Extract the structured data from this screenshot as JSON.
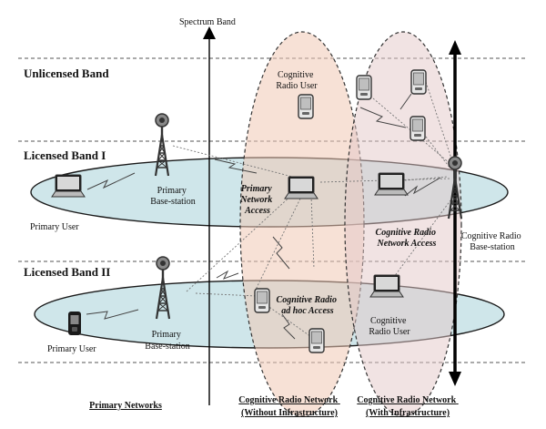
{
  "axis": {
    "title": "Spectrum Band"
  },
  "bands": {
    "unlicensed": "Unlicensed Band",
    "licensed_1": "Licensed Band I",
    "licensed_2": "Licensed Band II"
  },
  "nodes": {
    "primary_user_1": "Primary User",
    "primary_bs_1": [
      "Primary",
      "Base-station"
    ],
    "primary_user_2": "Primary User",
    "primary_bs_2": [
      "Primary",
      "Base-station"
    ],
    "cr_user_top": [
      "Cognitive",
      "Radio User"
    ],
    "cr_user_right": [
      "Cognitive",
      "Radio User"
    ],
    "cr_base_station": [
      "Cognitive Radio",
      "Base-station"
    ]
  },
  "access": {
    "primary_network": [
      "Primary",
      "Network",
      "Access"
    ],
    "cr_network": [
      "Cognitive Radio",
      "Network Access"
    ],
    "cr_adhoc": [
      "Cognitive Radio",
      "ad hoc Access"
    ]
  },
  "footer": {
    "primary_networks": "Primary Networks",
    "crn_without": [
      "Cognitive Radio Network",
      "(Without Infrastructure)"
    ],
    "crn_with": [
      "Cognitive Radio Network",
      "(With Infrastructure)"
    ]
  },
  "colors": {
    "licensed_ellipse": "#cfe6ea",
    "crn_without_fill": "#f2d9cc",
    "crn_with_fill": "#eadcdc",
    "dashed": "#555555",
    "tower": "#444444"
  }
}
